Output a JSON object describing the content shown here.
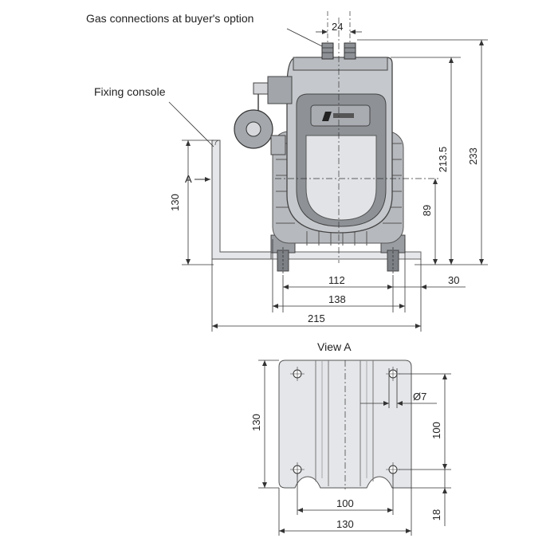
{
  "labels": {
    "gas_connections": "Gas connections at buyer's option",
    "fixing_console": "Fixing console",
    "view_marker": "A",
    "view_a": "View A"
  },
  "dimensions": {
    "top_24": "24",
    "height_233": "233",
    "height_213_5": "213.5",
    "height_89": "89",
    "console_height_130": "130",
    "width_112": "112",
    "width_30": "30",
    "width_138": "138",
    "width_215": "215",
    "view_height_130": "130",
    "view_hole_100_vertical": "100",
    "view_hole_diameter": "Ø7",
    "view_hole_100_horizontal": "100",
    "view_offset_18": "18",
    "view_width_130": "130"
  },
  "colors": {
    "body_fill": "#c9ccd0",
    "body_dark": "#8f9398",
    "panel_fill": "#dfe1e4",
    "console_fill": "#e4e6e9",
    "line": "#333333"
  }
}
